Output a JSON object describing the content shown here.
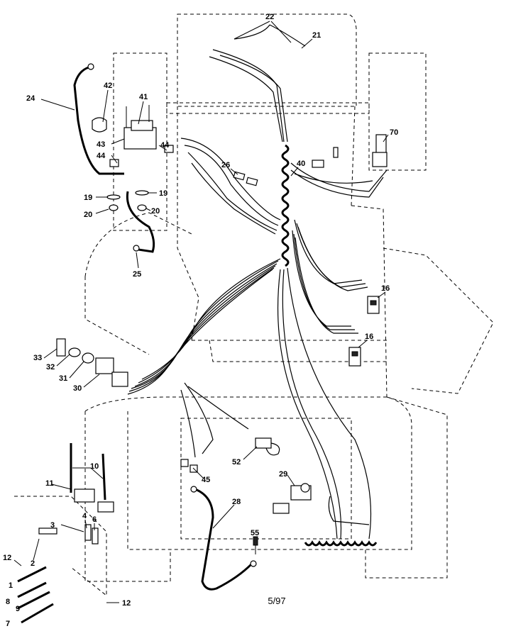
{
  "diagram": {
    "date_stamp": "5/97",
    "callouts": [
      {
        "id": "c22",
        "label": "22"
      },
      {
        "id": "c21",
        "label": "21"
      },
      {
        "id": "c42",
        "label": "42"
      },
      {
        "id": "c41",
        "label": "41"
      },
      {
        "id": "c24",
        "label": "24"
      },
      {
        "id": "c43",
        "label": "43"
      },
      {
        "id": "c44a",
        "label": "44"
      },
      {
        "id": "c44b",
        "label": "44"
      },
      {
        "id": "c70",
        "label": "70"
      },
      {
        "id": "c26",
        "label": "26"
      },
      {
        "id": "c40",
        "label": "40"
      },
      {
        "id": "c19a",
        "label": "19"
      },
      {
        "id": "c19b",
        "label": "19"
      },
      {
        "id": "c20a",
        "label": "20"
      },
      {
        "id": "c20b",
        "label": "20"
      },
      {
        "id": "c25",
        "label": "25"
      },
      {
        "id": "c16a",
        "label": "16"
      },
      {
        "id": "c16b",
        "label": "16"
      },
      {
        "id": "c33",
        "label": "33"
      },
      {
        "id": "c32",
        "label": "32"
      },
      {
        "id": "c31",
        "label": "31"
      },
      {
        "id": "c30",
        "label": "30"
      },
      {
        "id": "c10",
        "label": "10"
      },
      {
        "id": "c11",
        "label": "11"
      },
      {
        "id": "c52",
        "label": "52"
      },
      {
        "id": "c45",
        "label": "45"
      },
      {
        "id": "c29",
        "label": "29"
      },
      {
        "id": "c28",
        "label": "28"
      },
      {
        "id": "c3",
        "label": "3"
      },
      {
        "id": "c4",
        "label": "4"
      },
      {
        "id": "c6",
        "label": "6"
      },
      {
        "id": "c2",
        "label": "2"
      },
      {
        "id": "c55",
        "label": "55"
      },
      {
        "id": "c12a",
        "label": "12"
      },
      {
        "id": "c12b",
        "label": "12"
      },
      {
        "id": "c1",
        "label": "1"
      },
      {
        "id": "c8",
        "label": "8"
      },
      {
        "id": "c9",
        "label": "9"
      },
      {
        "id": "c7",
        "label": "7"
      }
    ]
  }
}
